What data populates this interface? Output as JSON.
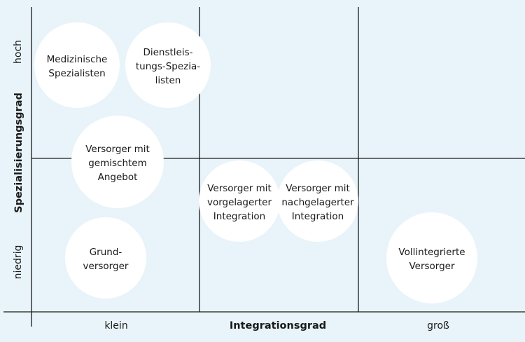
{
  "x_axis": {
    "title": "Integrationsgrad",
    "low_label": "klein",
    "high_label": "groß"
  },
  "y_axis": {
    "title": "Spezialisierungsgrad",
    "high_label": "hoch",
    "low_label": "niedrig"
  },
  "bubbles": [
    {
      "id": "medizinische-spezialisten",
      "lines": [
        "Medizinische",
        "Spezialisten"
      ]
    },
    {
      "id": "dienstleistungs-spezialisten",
      "lines": [
        "Dienstleis-",
        "tungs-Spezia-",
        "listen"
      ]
    },
    {
      "id": "gemischtes-angebot",
      "lines": [
        "Versorger mit",
        "gemischtem",
        "Angebot"
      ]
    },
    {
      "id": "vorgelagerte-integration",
      "lines": [
        "Versorger mit",
        "vorgelagerter",
        "Integration"
      ]
    },
    {
      "id": "nachgelagerte-integration",
      "lines": [
        "Versorger mit",
        "nachgelagerter",
        "Integration"
      ]
    },
    {
      "id": "grundversorger",
      "lines": [
        "Grund-",
        "versorger"
      ]
    },
    {
      "id": "vollintegrierte-versorger",
      "lines": [
        "Vollintegrierte",
        "Versorger"
      ]
    }
  ],
  "colors": {
    "background": "#e8f4fa",
    "bubble": "#ffffff",
    "line": "#1a1a1a"
  }
}
